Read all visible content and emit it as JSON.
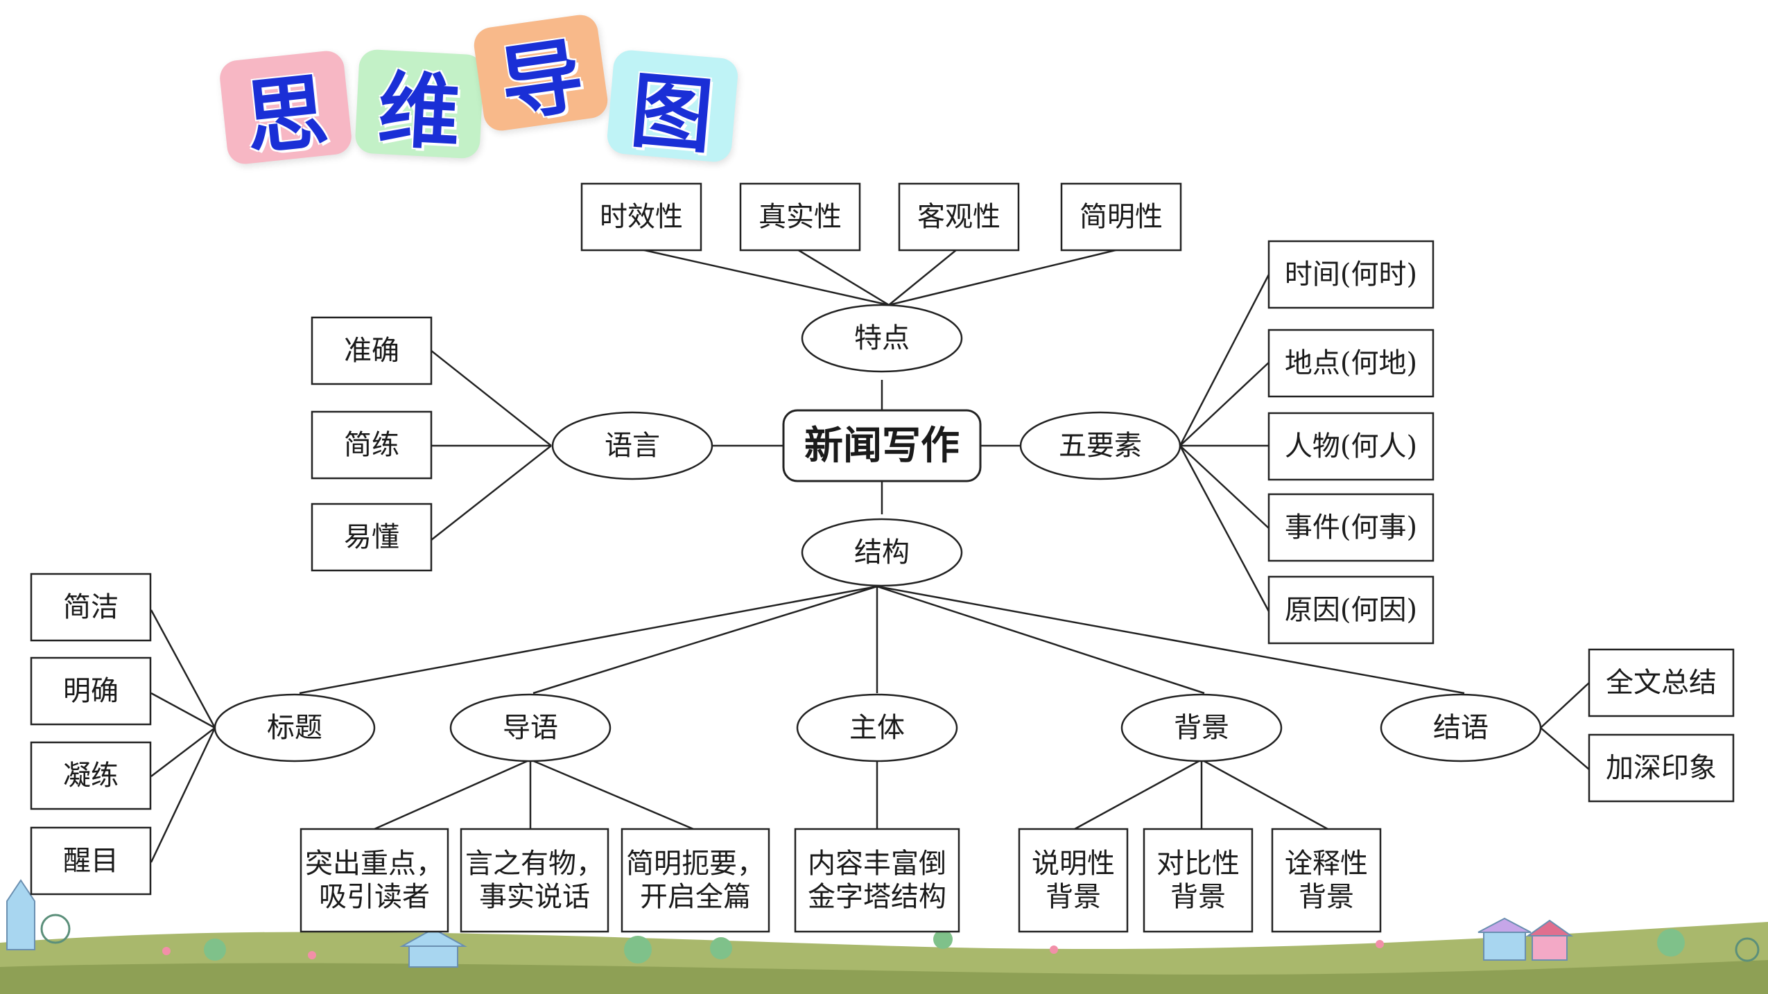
{
  "title": {
    "chars": [
      "思",
      "维",
      "导",
      "图"
    ],
    "tile_colors": [
      "#f7b7c4",
      "#c3f1c7",
      "#f8b98a",
      "#bff3f6"
    ],
    "text_color": "#1a2fd6"
  },
  "center": "新闻写作",
  "branches": {
    "features": {
      "label": "特点",
      "items": [
        "时效性",
        "真实性",
        "客观性",
        "简明性"
      ]
    },
    "language": {
      "label": "语言",
      "items": [
        "准确",
        "简练",
        "易懂"
      ]
    },
    "elements": {
      "label": "五要素",
      "items": [
        "时间(何时)",
        "地点(何地)",
        "人物(何人)",
        "事件(何事)",
        "原因(何因)"
      ]
    },
    "structure": {
      "label": "结构",
      "parts": {
        "headline": {
          "label": "标题",
          "items": [
            "简洁",
            "明确",
            "凝练",
            "醒目"
          ]
        },
        "lead": {
          "label": "导语",
          "items": [
            [
              "突出重点，",
              "吸引读者"
            ],
            [
              "言之有物，",
              "事实说话"
            ],
            [
              "简明扼要，",
              "开启全篇"
            ]
          ]
        },
        "body": {
          "label": "主体",
          "items": [
            [
              "内容丰富倒",
              "金字塔结构"
            ]
          ]
        },
        "background": {
          "label": "背景",
          "items": [
            [
              "说明性",
              "背景"
            ],
            [
              "对比性",
              "背景"
            ],
            [
              "诠释性",
              "背景"
            ]
          ]
        },
        "conclusion": {
          "label": "结语",
          "items": [
            "全文总结",
            "加深印象"
          ]
        }
      }
    }
  },
  "colors": {
    "line": "#222222",
    "ground": "#a9b86c",
    "ground_dark": "#8ea055",
    "house_blue": "#a8d6f0",
    "house_pink": "#f3a9c6"
  }
}
